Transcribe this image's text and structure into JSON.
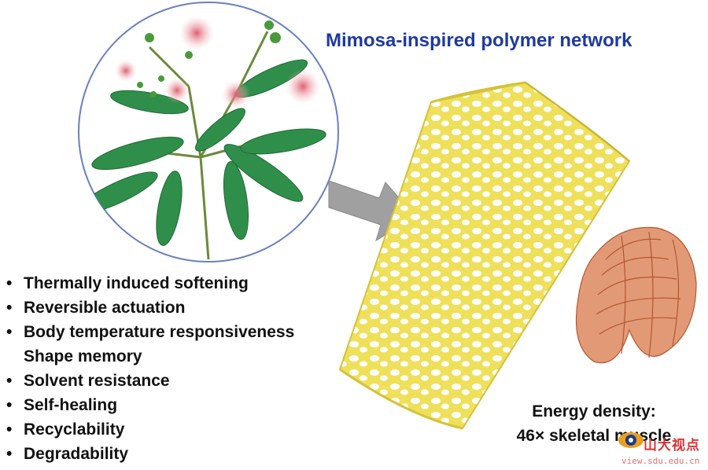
{
  "title": "Mimosa-inspired polymer network",
  "properties": [
    "Thermally induced softening",
    "Reversible actuation",
    "Body temperature responsiveness",
    "Shape memory",
    "Solvent resistance",
    "Self-healing",
    "Recyclability",
    "Degradability"
  ],
  "properties_bulleted": [
    true,
    true,
    true,
    false,
    true,
    true,
    true,
    true
  ],
  "energy": {
    "line1": "Energy density:",
    "line2": "46× skeletal muscle"
  },
  "watermark": {
    "chinese": "山大视点",
    "url": "view.sdu.edu.cn"
  },
  "colors": {
    "title": "#1f3a9e",
    "mesh": "#e8d64a",
    "leaf": "#2f8f4a",
    "muscle": "#c8643c",
    "arrow": "#9a9a9a",
    "circle": "#6a7fc0"
  }
}
